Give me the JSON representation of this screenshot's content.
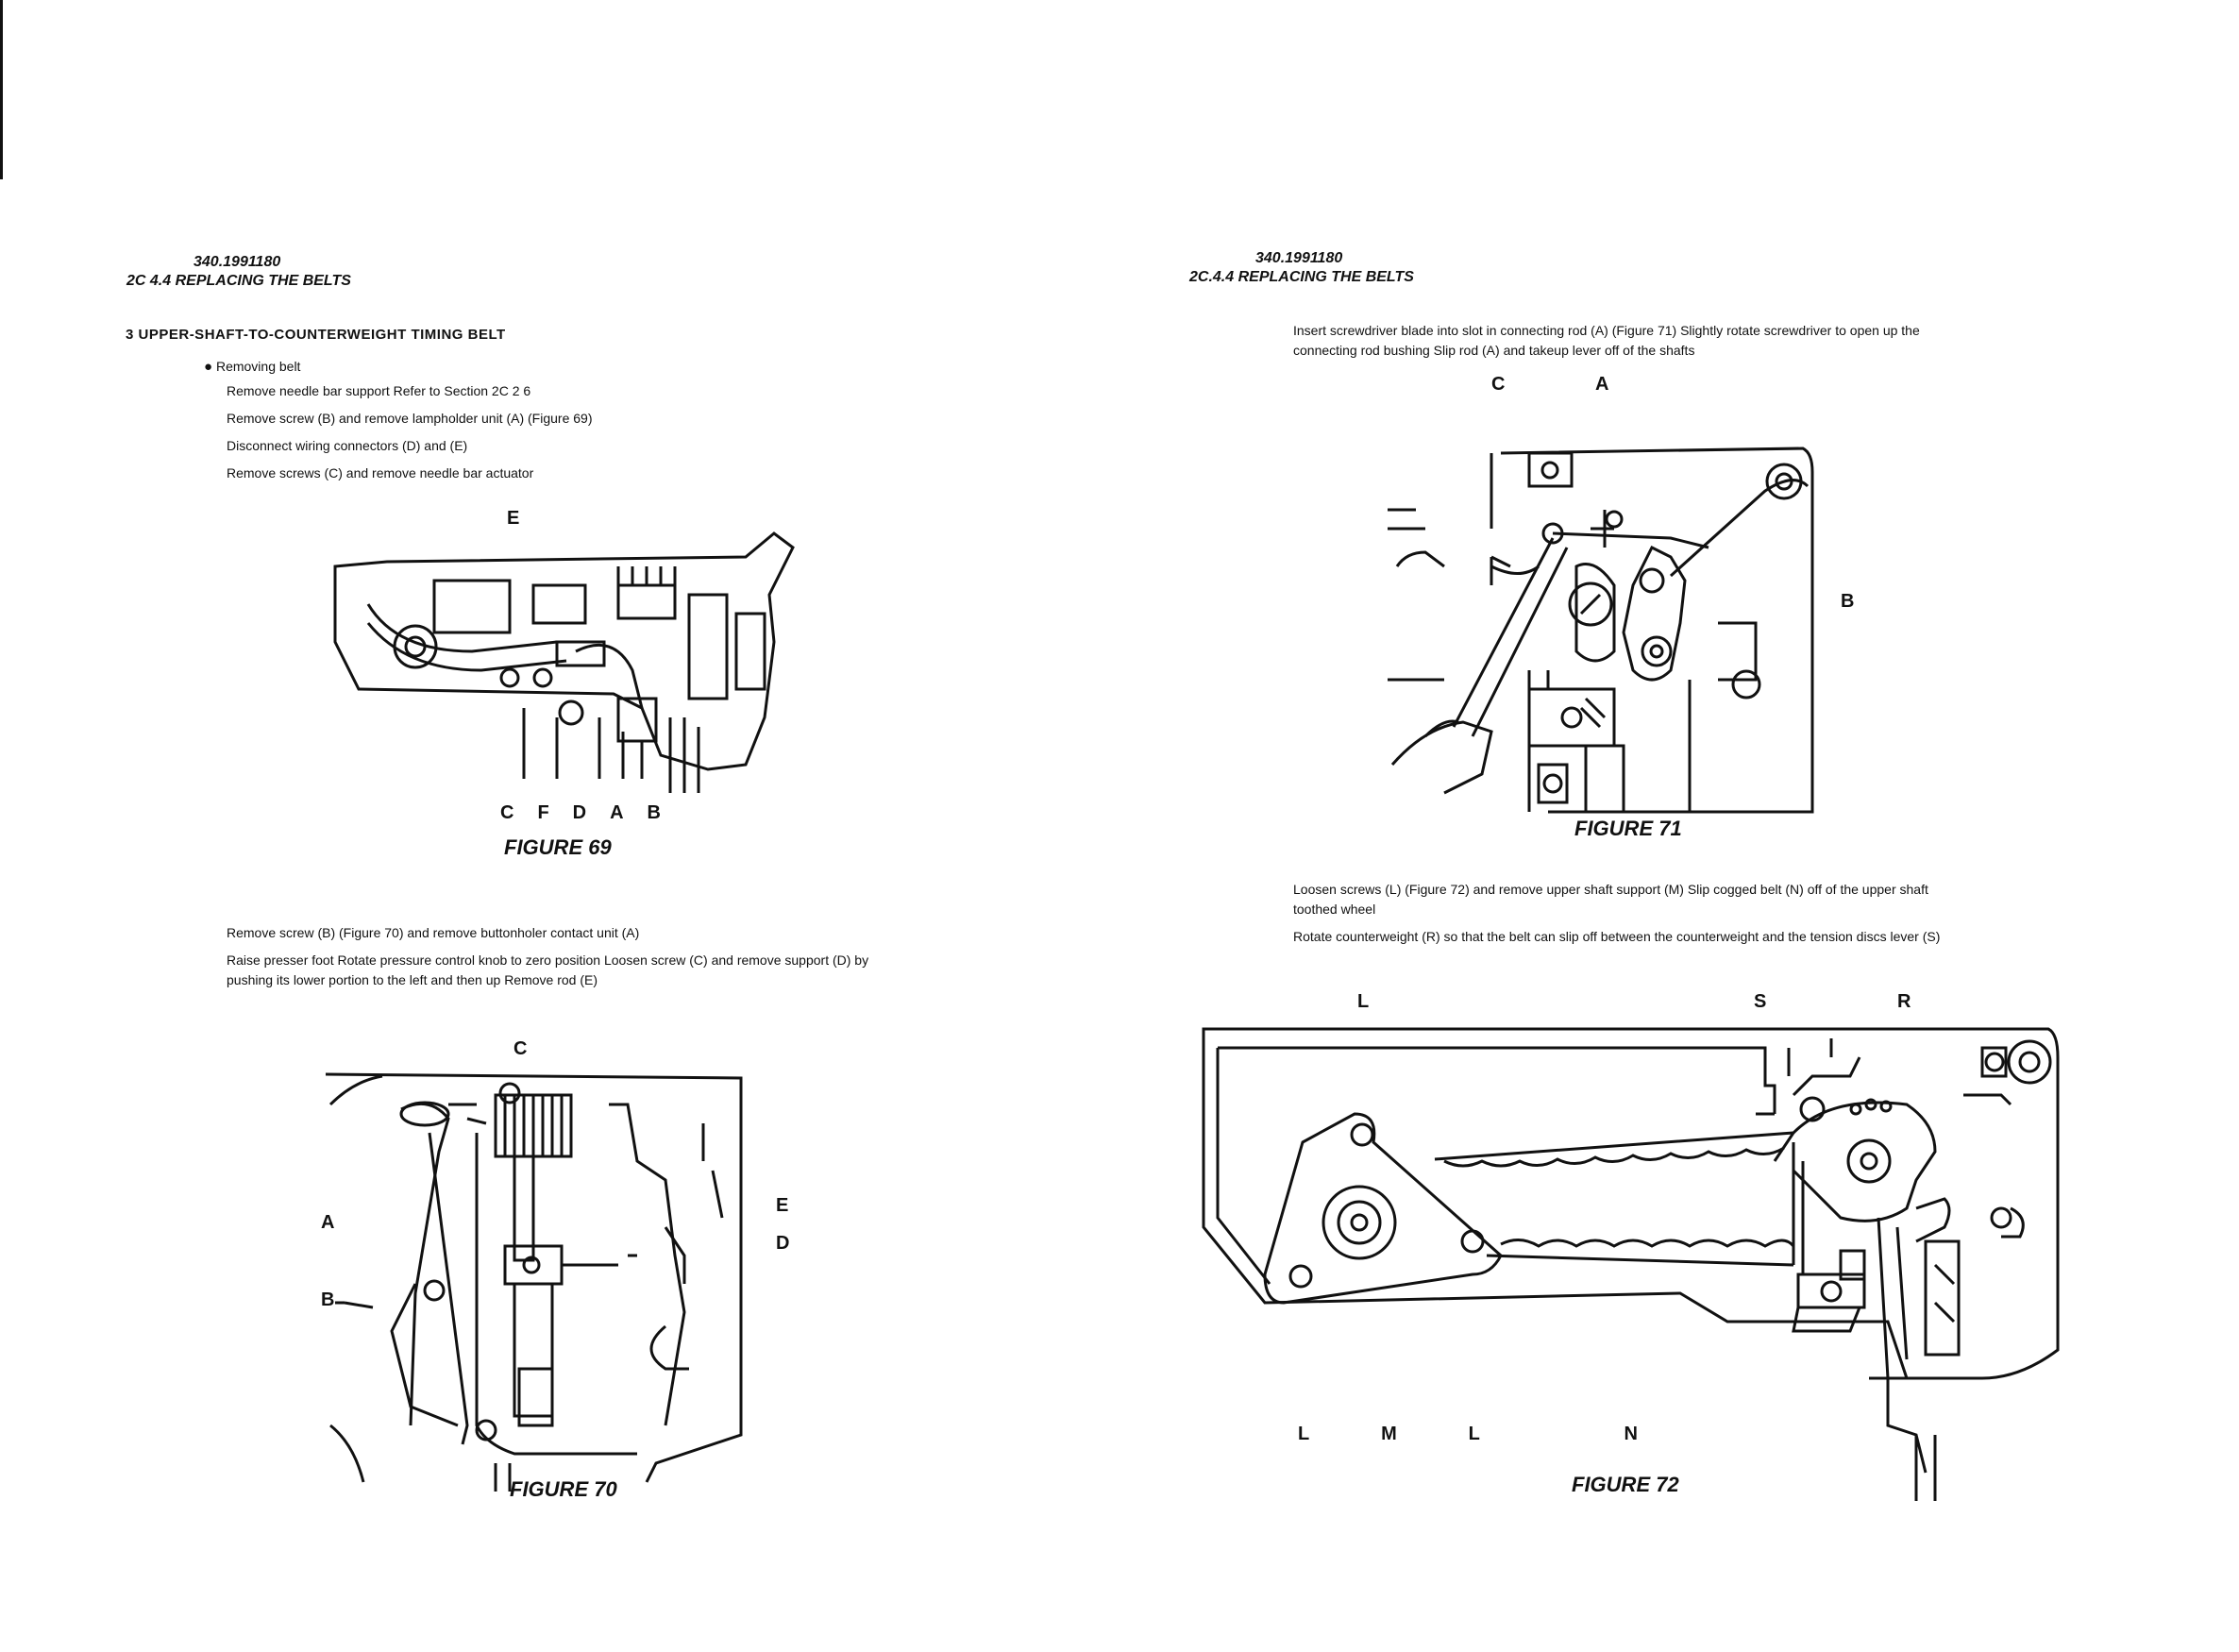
{
  "left_page": {
    "doc_number": "340.1991180",
    "section_title": "2C 4.4   REPLACING THE BELTS",
    "heading": "3   UPPER-SHAFT-TO-COUNTERWEIGHT TIMING BELT",
    "bullet": "Removing belt",
    "steps": [
      "Remove needle bar support  Refer to Section 2C 2 6",
      "Remove screw (B) and remove lampholder unit (A) (Figure 69)",
      "Disconnect wiring connectors (D) and (E)",
      "Remove screws (C) and remove needle bar actuator"
    ],
    "figure69": {
      "caption": "FIGURE 69",
      "top_label": "E",
      "bottom_labels": [
        "C",
        "F",
        "D",
        "A",
        "B"
      ]
    },
    "para70": [
      "Remove screw (B) (Figure 70) and remove buttonholer contact unit (A)",
      "Raise presser foot  Rotate pressure control knob to zero position  Loosen screw (C) and remove support (D) by pushing its lower portion to the left and then up  Remove rod (E)"
    ],
    "figure70": {
      "caption": "FIGURE 70",
      "labels": {
        "c": "C",
        "a": "A",
        "b": "B",
        "e": "E",
        "d": "D"
      }
    }
  },
  "right_page": {
    "doc_number": "340.1991180",
    "section_title": "2C.4.4   REPLACING THE BELTS",
    "para71": "Insert screwdriver blade into slot in connecting rod (A) (Figure 71)  Slightly rotate screwdriver to open up the connecting rod bushing  Slip rod (A) and takeup lever off of the shafts",
    "figure71": {
      "caption": "FIGURE 71",
      "labels": {
        "c": "C",
        "a": "A",
        "b": "B"
      }
    },
    "para72": [
      "Loosen screws (L) (Figure 72) and remove upper shaft support (M)  Slip cogged belt (N) off of the upper shaft toothed wheel",
      "Rotate counterweight (R) so that the belt can slip off between the counterweight and the tension discs lever (S)"
    ],
    "figure72": {
      "caption": "FIGURE 72",
      "top_labels": {
        "l": "L",
        "s": "S",
        "r": "R"
      },
      "bottom_labels": [
        "L",
        "M",
        "L",
        "N"
      ]
    }
  },
  "colors": {
    "ink": "#111111",
    "paper": "#ffffff"
  }
}
